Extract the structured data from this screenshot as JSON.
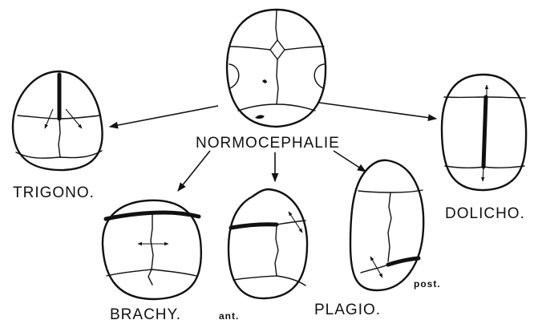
{
  "center_label": "NORMOCEPHALIE",
  "labels": {
    "trigono": "TRIGONO.",
    "dolicho": "DOLICHO.",
    "brachy": "BRACHY.",
    "plagio": "PLAGIO.",
    "ant": "ant.",
    "post": "post."
  }
}
